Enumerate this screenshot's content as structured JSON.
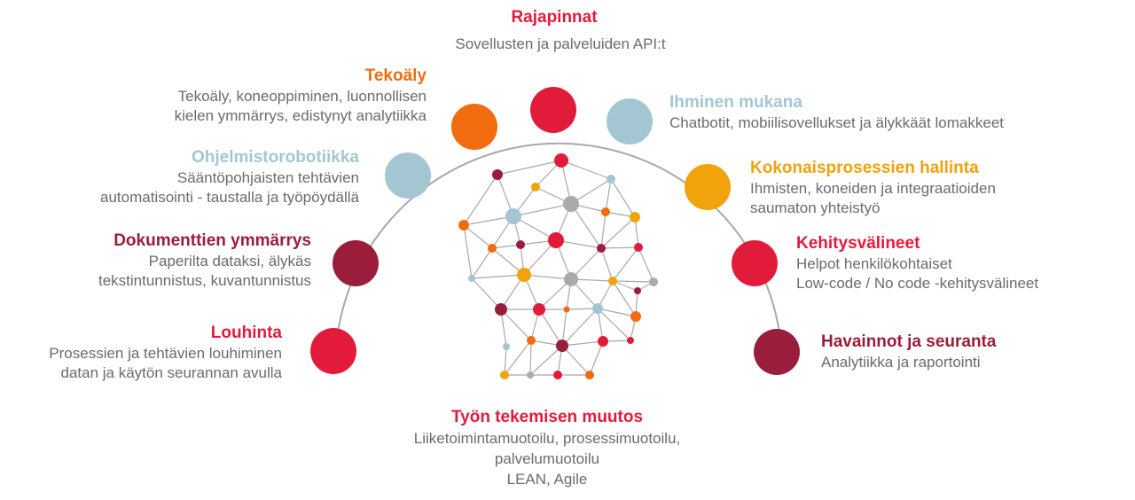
{
  "colors": {
    "red": "#e31b3a",
    "orange": "#f26b0f",
    "lightblue": "#a4c6d3",
    "maroon": "#9a1e3c",
    "yellow": "#f0a30a",
    "gray": "#a7abae",
    "text": "#6b6b6b",
    "arc": "#a9a9a9"
  },
  "items": {
    "rajapinnat": {
      "title": "Rajapinnat",
      "lines": [
        "Sovellusten ja palveluiden API:t"
      ]
    },
    "tekoaly": {
      "title": "Tekoäly",
      "lines": [
        "Tekoäly, koneoppiminen, luonnollisen",
        "kielen ymmärrys, edistynyt analytiikka"
      ]
    },
    "ohjelmistorobotiikka": {
      "title": "Ohjelmistorobotiikka",
      "lines": [
        "Sääntöpohjaisten tehtävien",
        "automatisointi - taustalla ja työpöydällä"
      ]
    },
    "dokumentit": {
      "title": "Dokumenttien ymmärrys",
      "lines": [
        "Paperilta dataksi, älykäs",
        "tekstintunnistus, kuvantunnistus"
      ]
    },
    "louhinta": {
      "title": "Louhinta",
      "lines": [
        "Prosessien ja tehtävien louhiminen",
        "datan ja käytön seurannan avulla"
      ]
    },
    "ihminen": {
      "title": "Ihminen mukana",
      "lines": [
        "Chatbotit, mobiilisovellukset ja älykkäät lomakkeet"
      ]
    },
    "kokonaisprosessit": {
      "title": "Kokonaisprosessien hallinta",
      "lines": [
        "Ihmisten, koneiden ja integraatioiden",
        "saumaton yhteistyö"
      ]
    },
    "kehitysvalineet": {
      "title": "Kehitysvälineet",
      "lines": [
        "Helpot henkilökohtaiset",
        "Low-code / No code -kehitysvälineet"
      ]
    },
    "havainnot": {
      "title": "Havainnot ja seuranta",
      "lines": [
        "Analytiikka ja raportointi"
      ]
    },
    "tyon_muutos": {
      "title": "Työn tekemisen muutos",
      "lines": [
        "Liiketoimintamuotoilu, prosessimuotoilu,",
        "palvelumuotoilu",
        "LEAN, Agile"
      ]
    }
  }
}
